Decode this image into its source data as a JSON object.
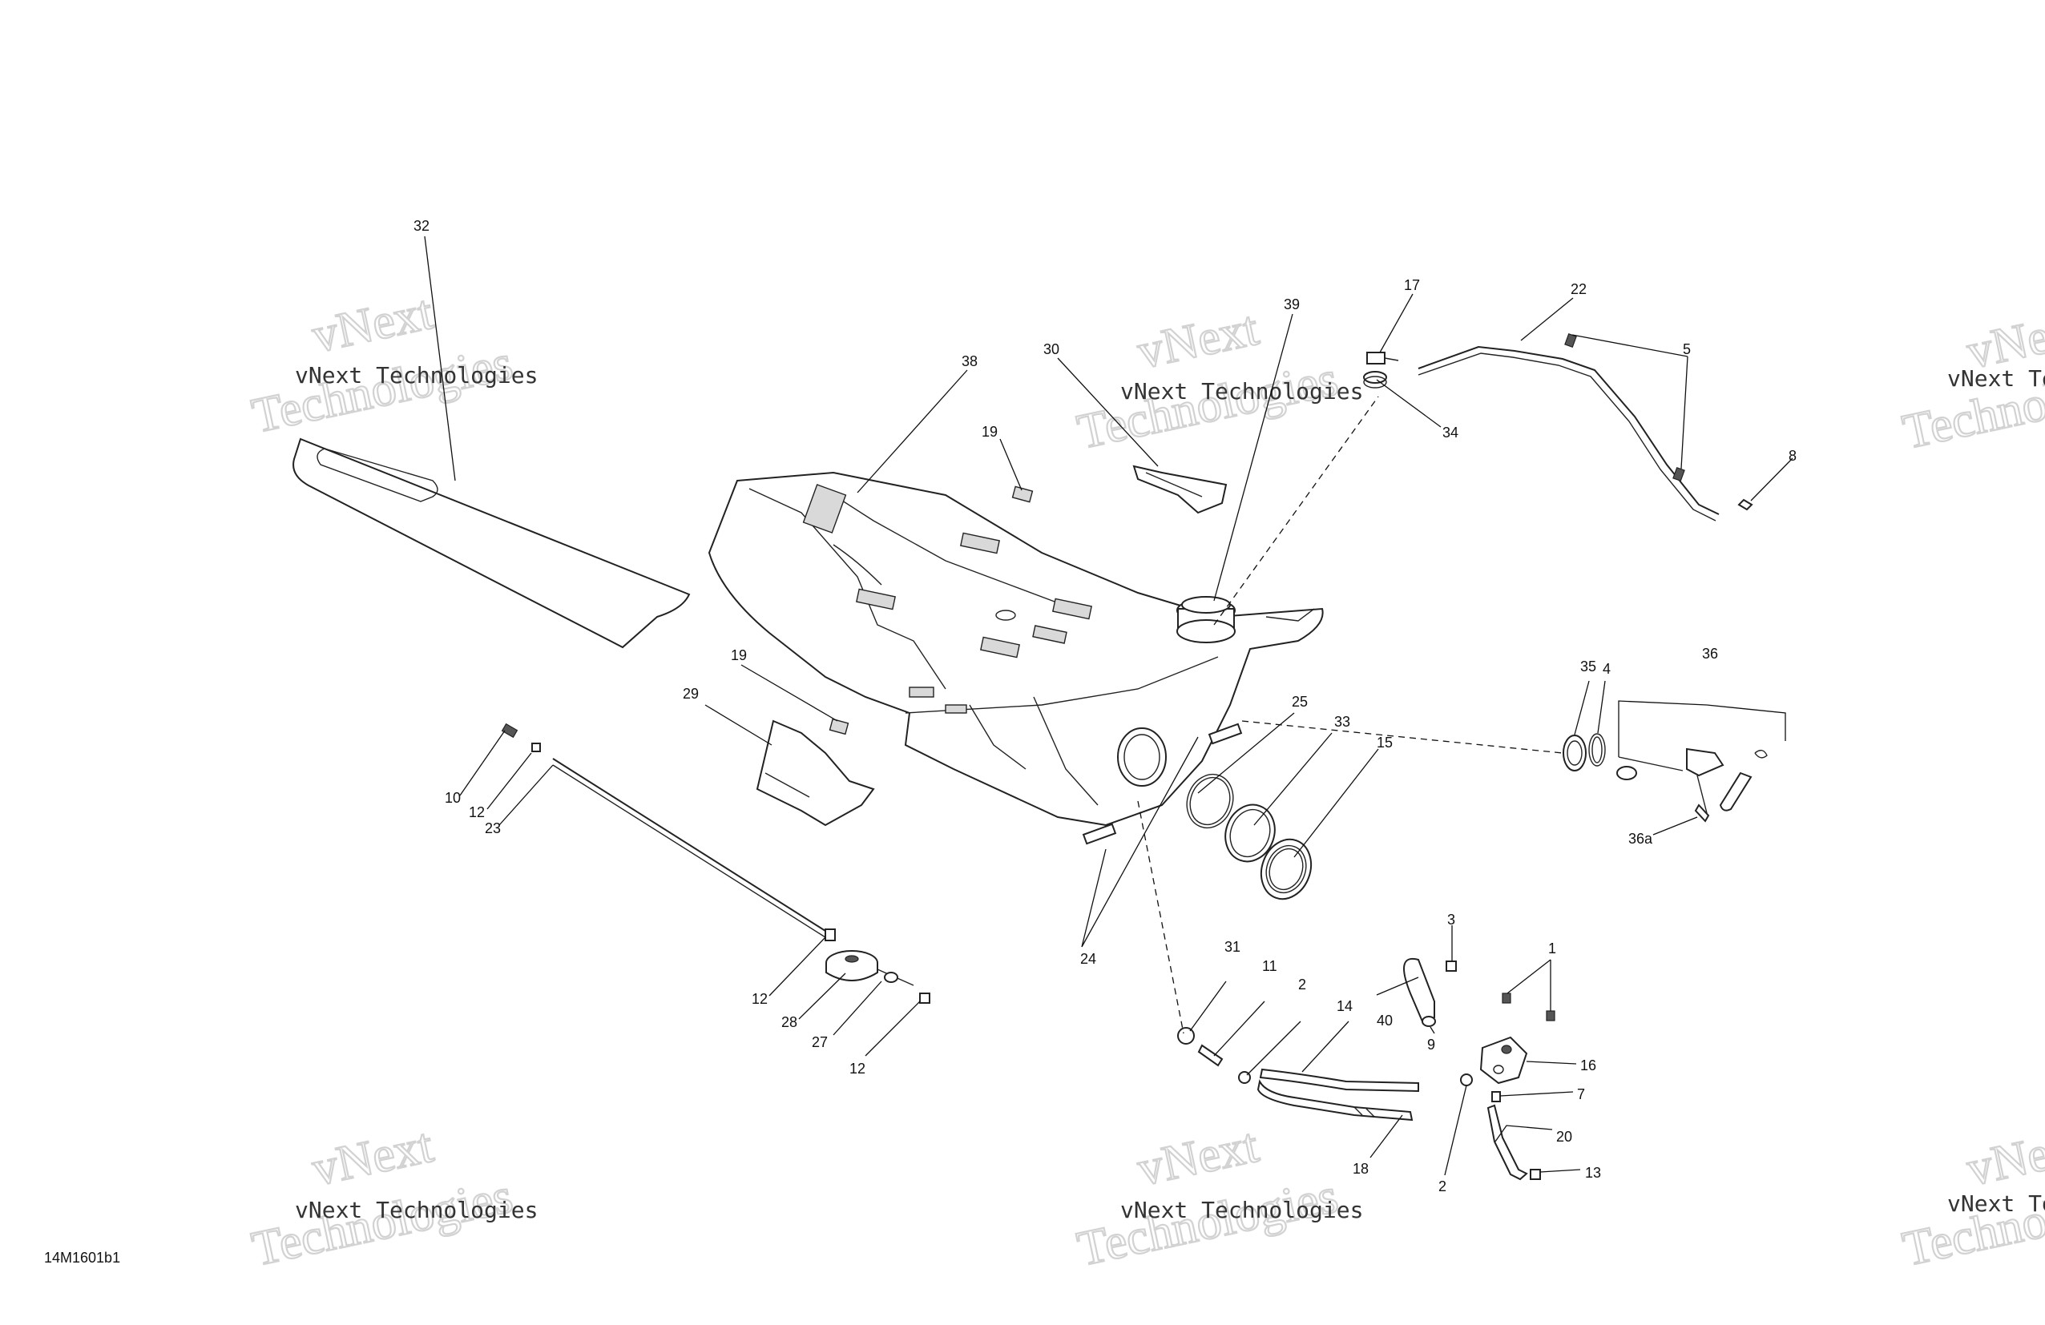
{
  "diagram": {
    "drawing_id": "14M1601b1",
    "watermark_text": "vNext Technologies",
    "watermark_big_word1": "vNext",
    "watermark_big_word2": "Technologies",
    "callouts": {
      "c1": "1",
      "c2a": "2",
      "c2b": "2",
      "c3": "3",
      "c4": "4",
      "c5": "5",
      "c7": "7",
      "c8": "8",
      "c9": "9",
      "c10": "10",
      "c11": "11",
      "c12a": "12",
      "c12b": "12",
      "c12c": "12",
      "c13": "13",
      "c14": "14",
      "c15": "15",
      "c16": "16",
      "c17": "17",
      "c18": "18",
      "c19a": "19",
      "c19b": "19",
      "c20": "20",
      "c22": "22",
      "c23": "23",
      "c24": "24",
      "c25": "25",
      "c27": "27",
      "c28": "28",
      "c29": "29",
      "c30": "30",
      "c31": "31",
      "c32": "32",
      "c33": "33",
      "c34": "34",
      "c35": "35",
      "c36": "36",
      "c36a": "36a",
      "c38": "38",
      "c39": "39",
      "c40": "40"
    }
  }
}
